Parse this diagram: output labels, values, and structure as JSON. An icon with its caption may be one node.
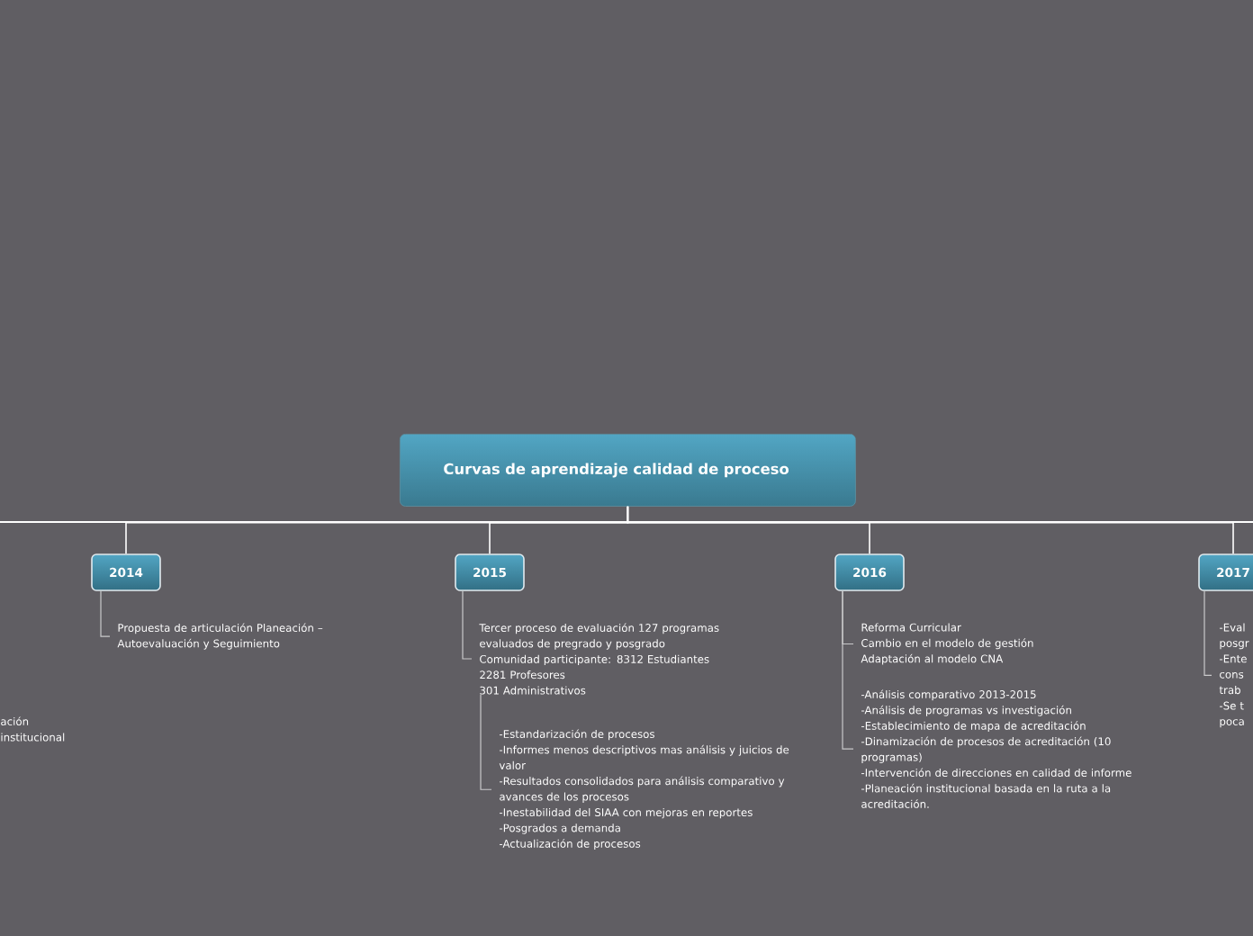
{
  "diagram": {
    "nodes": [
      {
        "text": [
          "Curvas de aprendizaje calidad de proceso"
        ]
      },
      {
        "text": [
          "2014"
        ]
      },
      {
        "text": [
          "2015"
        ]
      },
      {
        "text": [
          "2016"
        ]
      },
      {
        "text": [
          "2017"
        ]
      },
      {
        "text": [
          "Propuesta de articulación Planeación – Autoevaluación y Seguimiento"
        ]
      },
      {
        "text": [
          "Tercer proceso de evaluación 127 programas evaluados de pregrado y posgrado",
          "Comunidad participante: 8312 Estudiantes",
          "2281 Profesores",
          "301 Administrativos"
        ]
      },
      {
        "text": [
          "-Estandarización de procesos",
          "-Informes menos descriptivos mas análisis y juicios de valor",
          "-Resultados consolidados para análisis comparativo y avances de los procesos",
          "-Inestabilidad del SIAA con mejoras en reportes",
          "-Posgrados a demanda",
          "-Actualización de procesos"
        ]
      },
      {
        "text": [
          "Reforma Curricular",
          "Cambio en el modelo de gestión",
          "Adaptación al modelo CNA"
        ]
      },
      {
        "text": [
          "-Análisis comparativo 2013-2015",
          "-Análisis de programas vs investigación",
          "-Establecimiento de mapa de acreditación",
          "-Dinamización de procesos de acreditación (10 programas)",
          "-Intervención de direcciones en calidad de informe",
          "-Planeación institucional basada en la ruta a la acreditación."
        ]
      },
      {
        "text": [
          "-Eval",
          "posgr",
          "-Ente",
          "cons",
          "trab",
          "-Se t",
          "poca"
        ]
      }
    ],
    "edges": [
      {
        "from": 0,
        "to": 1,
        "arrow": "none"
      },
      {
        "from": 0,
        "to": 2,
        "arrow": "none"
      },
      {
        "from": 0,
        "to": 3,
        "arrow": "none"
      },
      {
        "from": 0,
        "to": 4,
        "arrow": "none"
      },
      {
        "from": 1,
        "to": 5,
        "arrow": "none"
      },
      {
        "from": 2,
        "to": 6,
        "arrow": "none"
      },
      {
        "from": 6,
        "to": 7,
        "arrow": "none"
      },
      {
        "from": 3,
        "to": 8,
        "arrow": "none"
      },
      {
        "from": 3,
        "to": 9,
        "arrow": "none"
      },
      {
        "from": 4,
        "to": 10,
        "arrow": "none"
      }
    ],
    "labels": [
      "ación",
      "institucional"
    ]
  }
}
